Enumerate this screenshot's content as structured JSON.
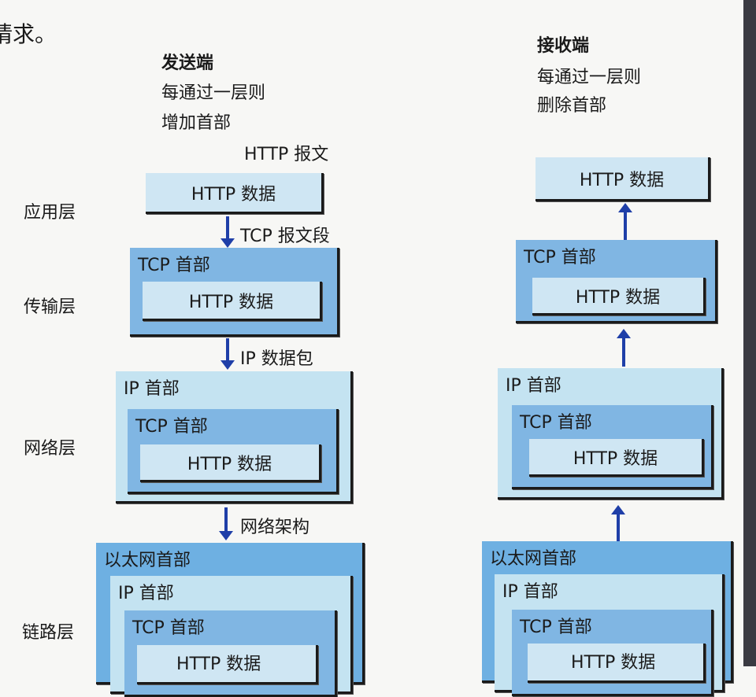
{
  "page_text": "请求。",
  "sender": {
    "title": "发送端",
    "line1": "每通过一层则",
    "line2": "增加首部",
    "message_label": "HTTP 报文"
  },
  "receiver": {
    "title": "接收端",
    "line1": "每通过一层则",
    "line2": "删除首部"
  },
  "layers": {
    "app": "应用层",
    "transport": "传输层",
    "network": "网络层",
    "link": "链路层"
  },
  "units": {
    "segment": "TCP 报文段",
    "packet": "IP 数据包",
    "frame": "网络架构"
  },
  "boxes": {
    "http": "HTTP 数据",
    "tcp": "TCP 首部",
    "ip": "IP 首部",
    "eth": "以太网首部"
  }
}
